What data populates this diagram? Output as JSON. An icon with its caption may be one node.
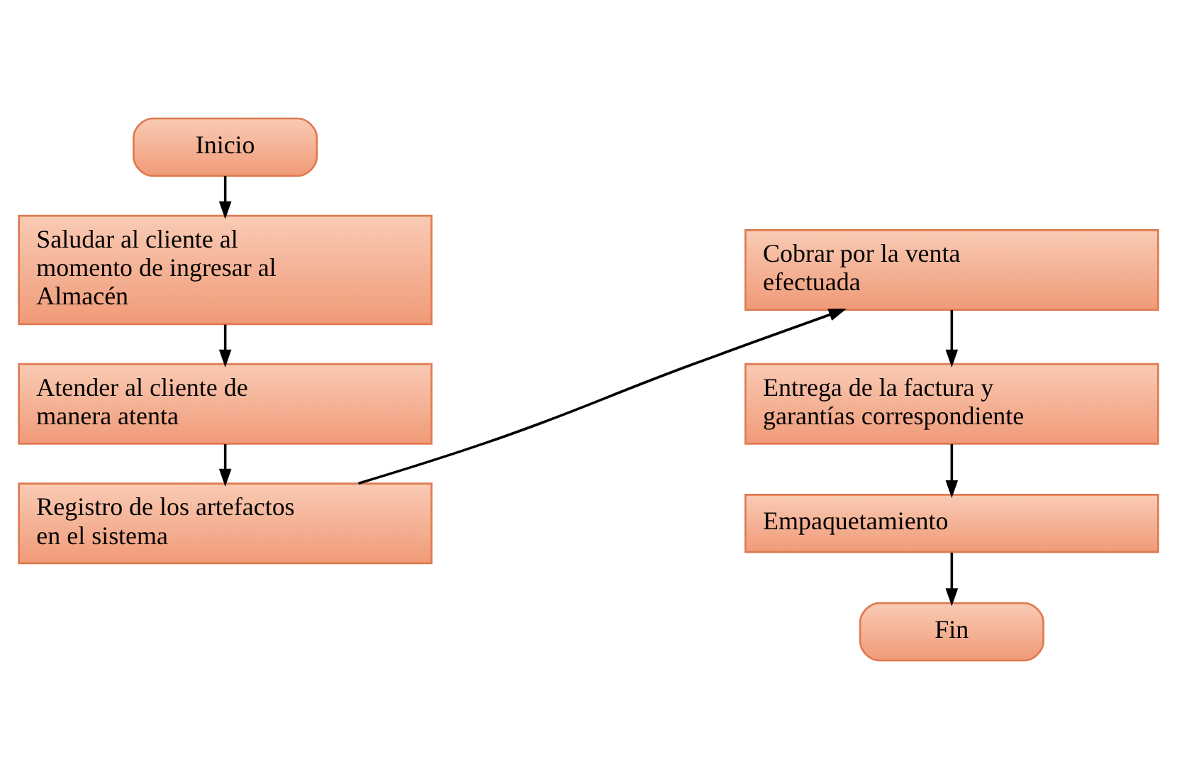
{
  "diagram": {
    "nodes": [
      {
        "text": [
          "Inicio"
        ]
      },
      {
        "text": [
          "Saludar al cliente al momento de ingresar al Almacén"
        ]
      },
      {
        "text": [
          "Atender al cliente de manera atenta"
        ]
      },
      {
        "text": [
          "Registro de los artefactos en el sistema"
        ]
      },
      {
        "text": [
          "Cobrar por la venta efectuada"
        ]
      },
      {
        "text": [
          "Entrega de la factura y garantías correspondiente"
        ]
      },
      {
        "text": [
          "Empaquetamiento"
        ]
      },
      {
        "text": [
          "Fin"
        ]
      }
    ],
    "edges": [
      {
        "from": 0,
        "to": 1,
        "arrow": "to"
      },
      {
        "from": 1,
        "to": 2,
        "arrow": "to"
      },
      {
        "from": 2,
        "to": 3,
        "arrow": "to"
      },
      {
        "from": 3,
        "to": 4,
        "arrow": "to"
      },
      {
        "from": 4,
        "to": 5,
        "arrow": "to"
      },
      {
        "from": 5,
        "to": 6,
        "arrow": "to"
      },
      {
        "from": 6,
        "to": 7,
        "arrow": "to"
      }
    ]
  }
}
